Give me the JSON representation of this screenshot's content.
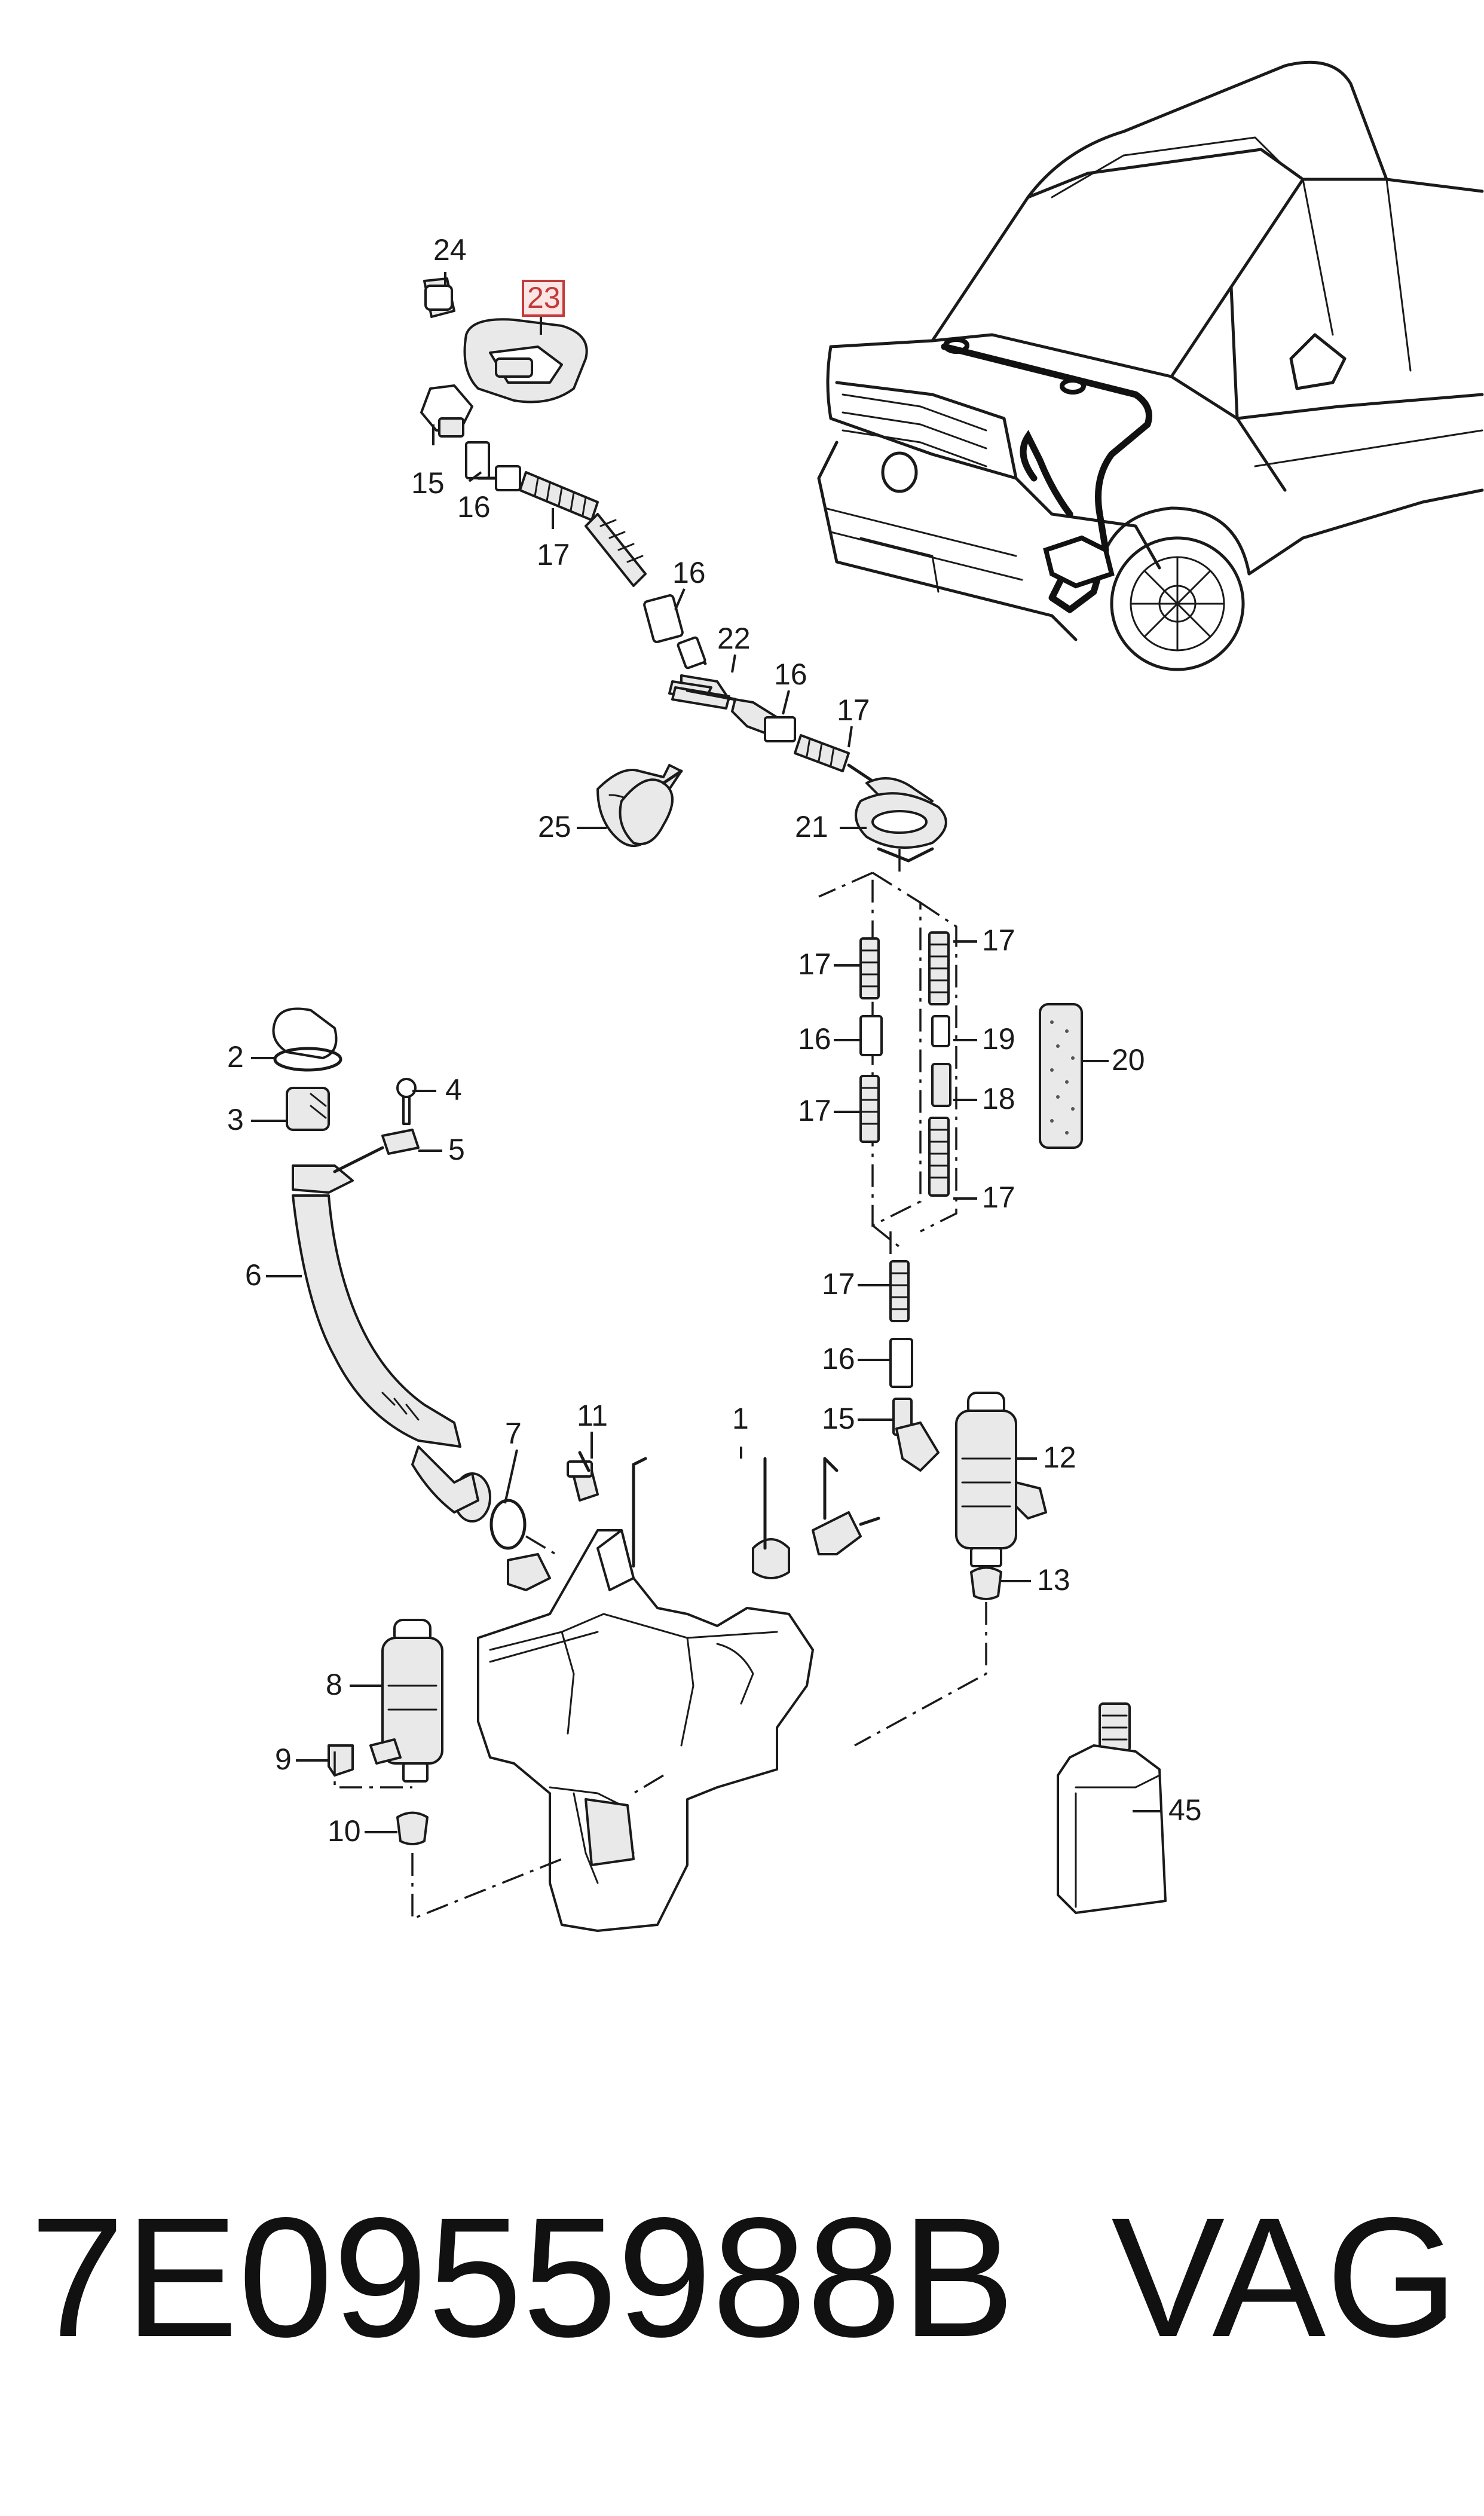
{
  "diagram": {
    "highlighted_part": "23",
    "part_labels": [
      "24",
      "23",
      "15",
      "16",
      "17",
      "16",
      "22",
      "16",
      "17",
      "25",
      "21",
      "17",
      "17",
      "16",
      "19",
      "20",
      "17",
      "18",
      "17",
      "2",
      "4",
      "3",
      "5",
      "6",
      "17",
      "16",
      "15",
      "12",
      "11",
      "7",
      "1",
      "13",
      "8",
      "9",
      "10",
      "45"
    ]
  },
  "footer": {
    "part_number": "7E0955988B",
    "brand": "VAG"
  },
  "colors": {
    "line": "#1a1a1a",
    "highlight": "#c23a3a",
    "highlight_fill": "#fbe6e6"
  }
}
